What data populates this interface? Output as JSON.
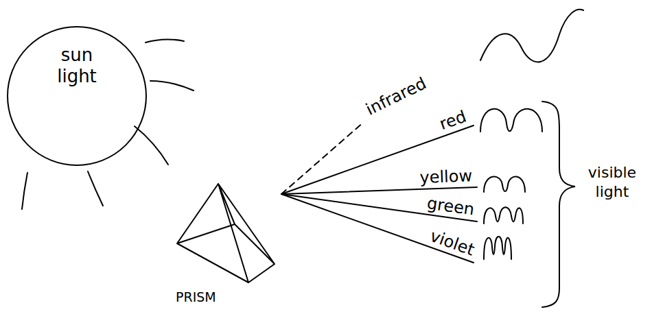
{
  "diagram": {
    "nodes": [
      {
        "text": [
          "sun light"
        ]
      },
      {
        "text": [
          "PRISM"
        ]
      }
    ],
    "labels": [
      "infrared",
      "red",
      "yellow",
      "green",
      "violet",
      "visible light"
    ]
  }
}
